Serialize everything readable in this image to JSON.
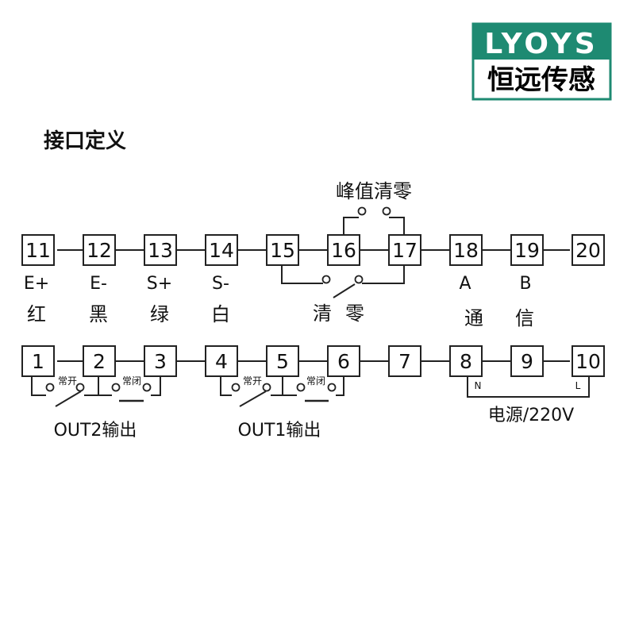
{
  "logo": {
    "brand": "LYOYS",
    "name": "恒远传感",
    "color": "#1e8a72"
  },
  "title": "接口定义",
  "top_row": {
    "terminals": [
      "11",
      "12",
      "13",
      "14",
      "15",
      "16",
      "17",
      "18",
      "19",
      "20"
    ],
    "signals": [
      "E+",
      "E-",
      "S+",
      "S-"
    ],
    "colors": [
      "红",
      "黑",
      "绿",
      "白"
    ],
    "peak_clear_label": "峰值清零",
    "clear_label": [
      "清",
      "零"
    ],
    "comm": [
      "A",
      "B"
    ],
    "comm_label": [
      "通",
      "信"
    ]
  },
  "bottom_row": {
    "terminals": [
      "1",
      "2",
      "3",
      "4",
      "5",
      "6",
      "7",
      "8",
      "9",
      "10"
    ],
    "normally_open": "常开",
    "normally_closed": "常闭",
    "out2_label": "OUT2输出",
    "out1_label": "OUT1输出",
    "neutral": "N",
    "live": "L",
    "power_label": "电源/220V"
  }
}
